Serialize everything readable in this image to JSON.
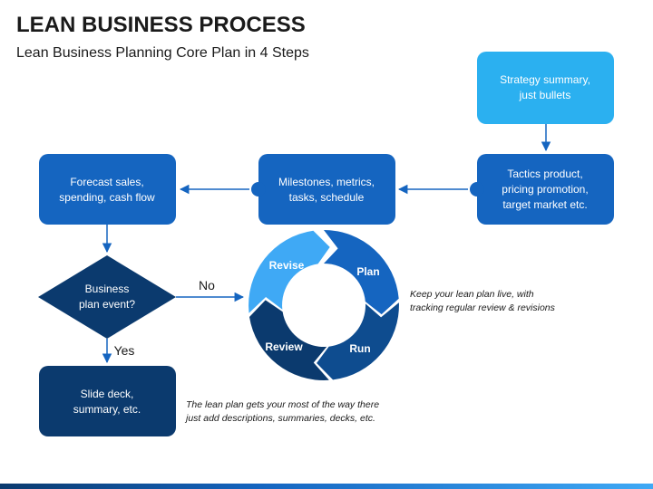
{
  "header": {
    "title": "LEAN BUSINESS PROCESS",
    "subtitle": "Lean Business Planning Core Plan in 4 Steps"
  },
  "boxes": {
    "strategy": [
      "Strategy summary,",
      "just bullets"
    ],
    "tactics": [
      "Tactics product,",
      "pricing promotion,",
      "target market etc."
    ],
    "milestones": [
      "Milestones, metrics,",
      "tasks, schedule"
    ],
    "forecast": [
      "Forecast sales,",
      "spending, cash flow"
    ],
    "decision": [
      "Business",
      "plan event?"
    ],
    "slide": [
      "Slide deck,",
      "summary, etc."
    ]
  },
  "labels": {
    "no": "No",
    "yes": "Yes"
  },
  "cycle": {
    "plan": "Plan",
    "run": "Run",
    "review": "Review",
    "revise": "Revise"
  },
  "notes": {
    "cycle_line1": "Keep your lean plan live, with",
    "cycle_line2": "tracking regular review & revisions",
    "bottom_line1": "The lean plan gets your most of the way there",
    "bottom_line2": "just add descriptions, summaries, decks, etc."
  },
  "colors": {
    "dark_navy": "#0b3a6e",
    "mid_blue": "#1565c0",
    "light_blue": "#3fa9f5",
    "cyan": "#2bb0f0"
  }
}
